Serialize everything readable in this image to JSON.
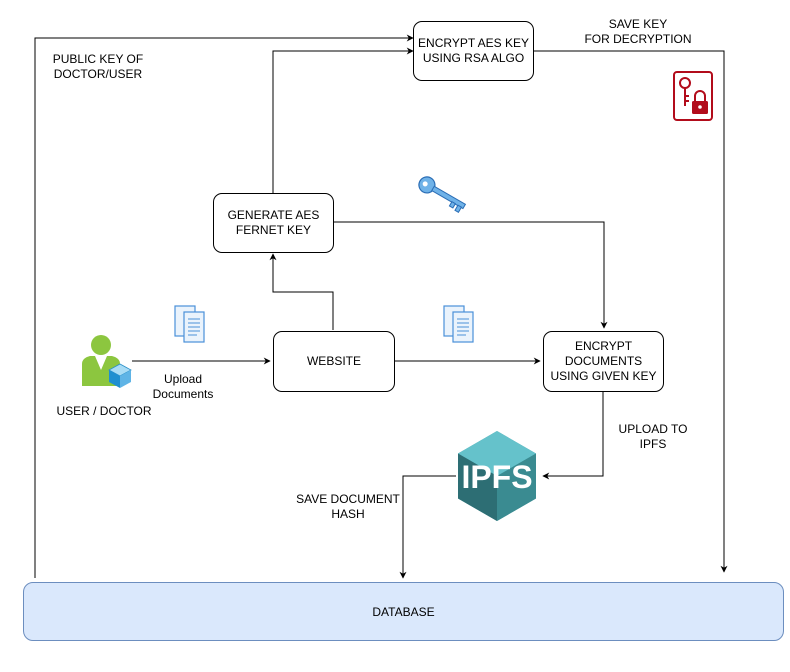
{
  "nodes": {
    "encrypt_aes": "ENCRYPT AES KEY\nUSING RSA ALGO",
    "generate_aes": "GENERATE AES\nFERNET KEY",
    "website": "WEBSITE",
    "encrypt_docs": "ENCRYPT\nDOCUMENTS\nUSING GIVEN KEY",
    "database": "DATABASE"
  },
  "labels": {
    "public_key": "PUBLIC KEY OF\nDOCTOR/USER",
    "save_key": "SAVE KEY\nFOR DECRYPTION",
    "upload_docs": "Upload\nDocuments",
    "user_doctor": "USER / DOCTOR",
    "upload_ipfs": "UPLOAD TO\nIPFS",
    "save_hash": "SAVE DOCUMENT\nHASH",
    "ipfs_logo_text": "IPFS"
  },
  "icons": {
    "user": "user-doctor-icon",
    "document_1": "documents-icon",
    "document_2": "documents-icon",
    "key": "blue-key-icon",
    "lock": "key-lock-icon",
    "ipfs": "ipfs-logo-icon"
  },
  "colors": {
    "database_fill": "#dae8fc",
    "database_stroke": "#6c8ebf",
    "ipfs_teal": "#65c2cb",
    "ipfs_dark": "#2d6e74",
    "lock_red": "#b20c1b",
    "doc_blue": "#4a90d9",
    "user_green": "#8cc63f"
  }
}
